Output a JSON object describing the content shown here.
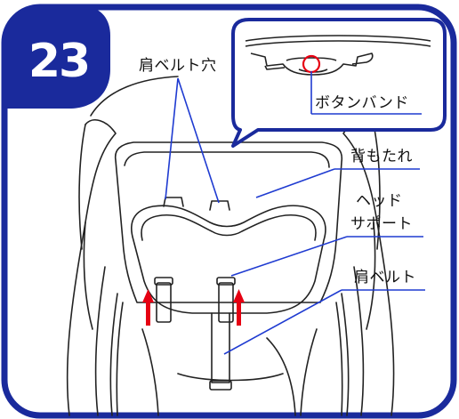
{
  "step_number": "23",
  "labels": {
    "shoulder_belt_holes": "肩ベルト穴",
    "button_band": "ボタンバンド",
    "backrest": "背もたれ",
    "headrest_line1": "ヘッド",
    "headrest_line2": "サポート",
    "shoulder_belt": "肩ベルト"
  },
  "colors": {
    "frame_blue": "#1a2a9c",
    "callout_line": "#1f3bd1",
    "arrow_red": "#e60012"
  }
}
